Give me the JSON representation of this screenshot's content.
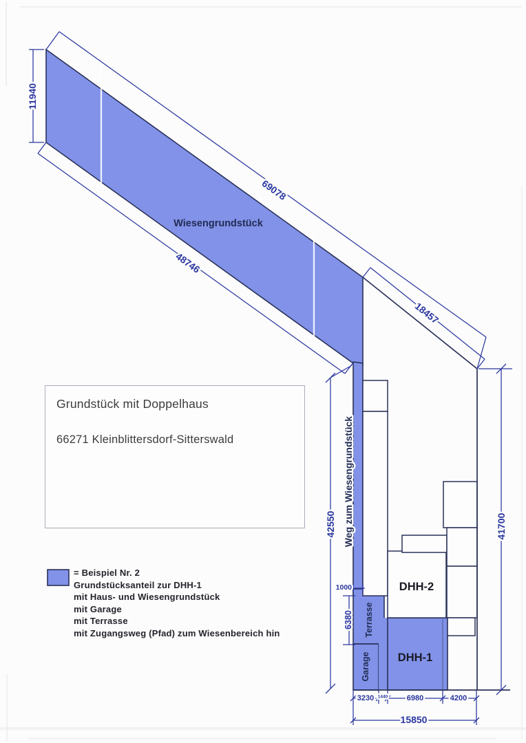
{
  "title_box": {
    "line1": "Grundstück mit Doppelhaus",
    "line2": "66271 Kleinblittersdorf-Sitterswald"
  },
  "parcel_labels": {
    "meadow": "Wiesengrundstück",
    "path_vertical": "Weg zum Wiesengrundstück",
    "house2": "DHH-2",
    "house1": "DHH-1",
    "terrace": "Terrasse",
    "garage": "Garage"
  },
  "dimensions": {
    "meadow_left_width": "11940",
    "boundary_top_total": "69078",
    "meadow_bottom_edge": "48746",
    "boundary_upper_right": "18457",
    "path_length": "42550",
    "right_boundary_height": "41700",
    "path_width": "1000",
    "terrace_depth": "6380",
    "garage_width": "3230",
    "gap_width": "1440",
    "house1_width": "6980",
    "right_offset": "4200",
    "bottom_total_width": "15850"
  },
  "legend": {
    "swatch_color": "#8192E8",
    "lines": [
      "= Beispiel  Nr. 2",
      "Grundstücksanteil zur DHH-1",
      "mit Haus- und Wiesengrundstück",
      "mit Garage",
      "mit Terrasse",
      "mit Zugangsweg (Pfad) zum Wiesenbereich hin"
    ]
  },
  "colors": {
    "parcel_blue": "#8192E8",
    "boundary_navy": "#2A3158",
    "dimension_blue": "#2B37A0"
  }
}
